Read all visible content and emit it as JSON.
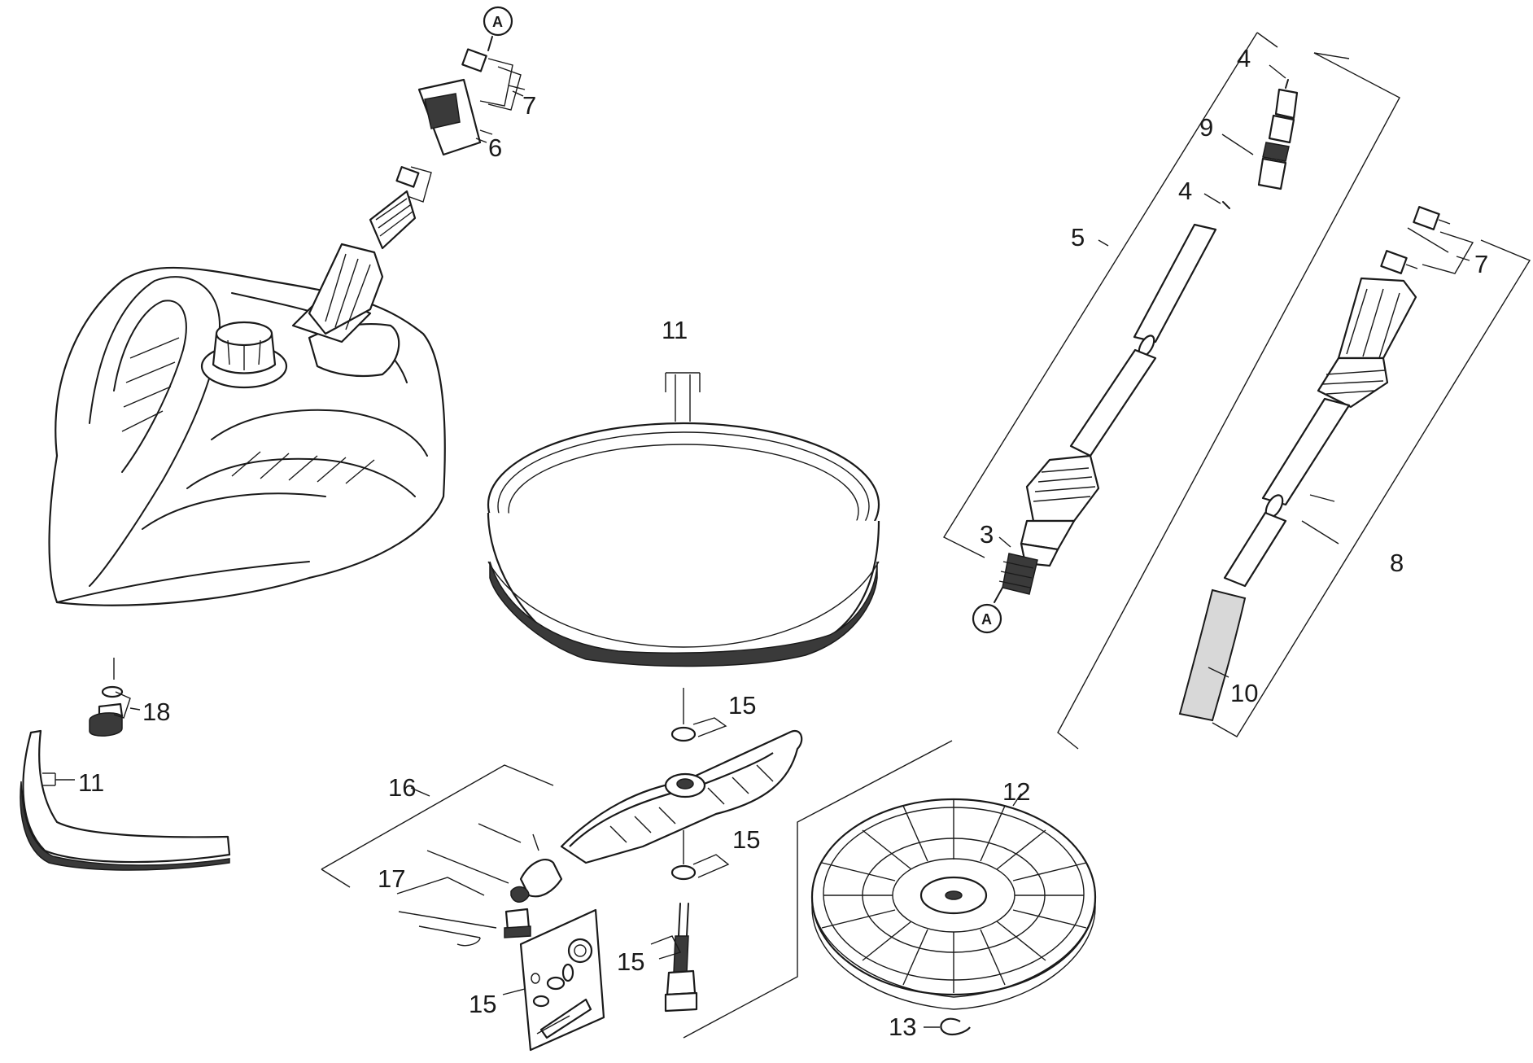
{
  "labels": {
    "p3": "3",
    "p4a": "4",
    "p4b": "4",
    "p5": "5",
    "p6": "6",
    "p7a": "7",
    "p7b": "7",
    "p8": "8",
    "p9": "9",
    "p10": "10",
    "p11a": "11",
    "p11b": "11",
    "p12": "12",
    "p13": "13",
    "p15a": "15",
    "p15b": "15",
    "p15c": "15",
    "p15d": "15",
    "p16": "16",
    "p17": "17",
    "p18": "18"
  },
  "refs": {
    "a_top": "A",
    "a_bottom": "A"
  }
}
